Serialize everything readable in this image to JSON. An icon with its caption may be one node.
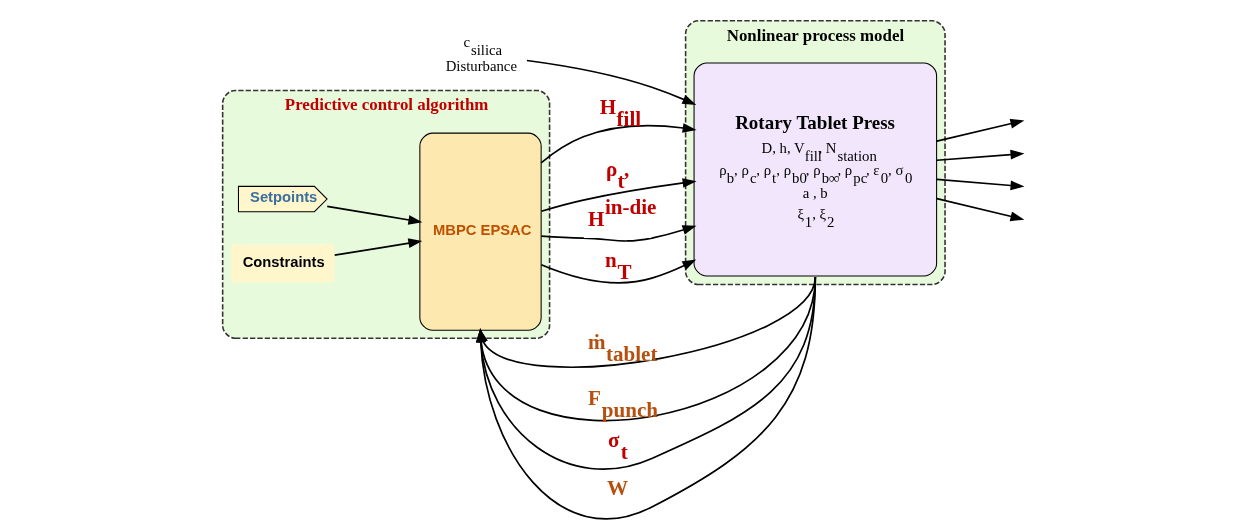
{
  "diagram": {
    "nodes": [
      {
        "text": [
          "Predictive control algorithm"
        ]
      },
      {
        "text": [
          "MBPC EPSAC"
        ],
        "in": 0
      },
      {
        "text": [
          "Setpoints"
        ],
        "in": 0
      },
      {
        "text": [
          "Constraints"
        ],
        "in": 0
      },
      {
        "text": [
          "Nonlinear process model"
        ]
      },
      {
        "text": [
          "Rotary Tablet Press",
          "D, h, V$_{fill}$, N$_{station}$",
          "ρ$_{b}$, ρ$_{c}$, ρ$_{t}$, ρ$_{b0}$, ρ$_{b∞}$, ρ$_{pc}$, ε$_{0}$, σ$_{0}$",
          "a , b",
          "ξ$_{1}$, ξ$_{2}$"
        ],
        "in": 4
      },
      {
        "text": [
          "c$_{silica}$",
          "Disturbance"
        ]
      }
    ],
    "edges": [
      {
        "from": 2,
        "to": 1,
        "arrow": "to"
      },
      {
        "from": 3,
        "to": 1,
        "arrow": "to"
      },
      {
        "from": 1,
        "to": 5,
        "arrow": "to",
        "label": "H$_{fill}$"
      },
      {
        "from": 1,
        "to": 5,
        "arrow": "to",
        "label": "ρ$_{t}$,"
      },
      {
        "from": 1,
        "to": 5,
        "arrow": "to",
        "label": "H$^{in-die}$"
      },
      {
        "from": 1,
        "to": 5,
        "arrow": "to",
        "label": "n$_{T}$"
      },
      {
        "from": 6,
        "to": 5,
        "arrow": "to"
      },
      {
        "from": 5,
        "to": null,
        "arrow": "to"
      },
      {
        "from": 5,
        "to": null,
        "arrow": "to"
      },
      {
        "from": 5,
        "to": null,
        "arrow": "to"
      },
      {
        "from": 5,
        "to": null,
        "arrow": "to"
      },
      {
        "from": 5,
        "to": 1,
        "arrow": "to",
        "label": "ṁ$_{tablet}$"
      },
      {
        "from": 5,
        "to": 1,
        "arrow": "to",
        "label": "F$_{punch}$"
      },
      {
        "from": 5,
        "to": 1,
        "arrow": "to",
        "label": "σ$_{t}$"
      },
      {
        "from": 5,
        "to": 1,
        "arrow": "to",
        "label": "W"
      }
    ]
  }
}
